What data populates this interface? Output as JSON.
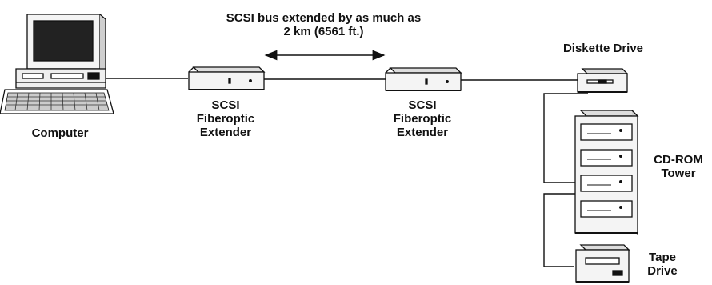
{
  "bus_note": {
    "line1": "SCSI bus extended by as much as",
    "line2": "2 km (6561 ft.)"
  },
  "computer": {
    "label": "Computer"
  },
  "extender_left": {
    "line1": "SCSI",
    "line2": "Fiberoptic",
    "line3": "Extender"
  },
  "extender_right": {
    "line1": "SCSI",
    "line2": "Fiberoptic",
    "line3": "Extender"
  },
  "diskette": {
    "label": "Diskette Drive"
  },
  "cdrom": {
    "line1": "CD-ROM",
    "line2": "Tower"
  },
  "tape": {
    "line1": "Tape",
    "line2": "Drive"
  },
  "colors": {
    "ink": "#111111",
    "device_fill": "#f4f4f4",
    "screen": "#222222"
  }
}
